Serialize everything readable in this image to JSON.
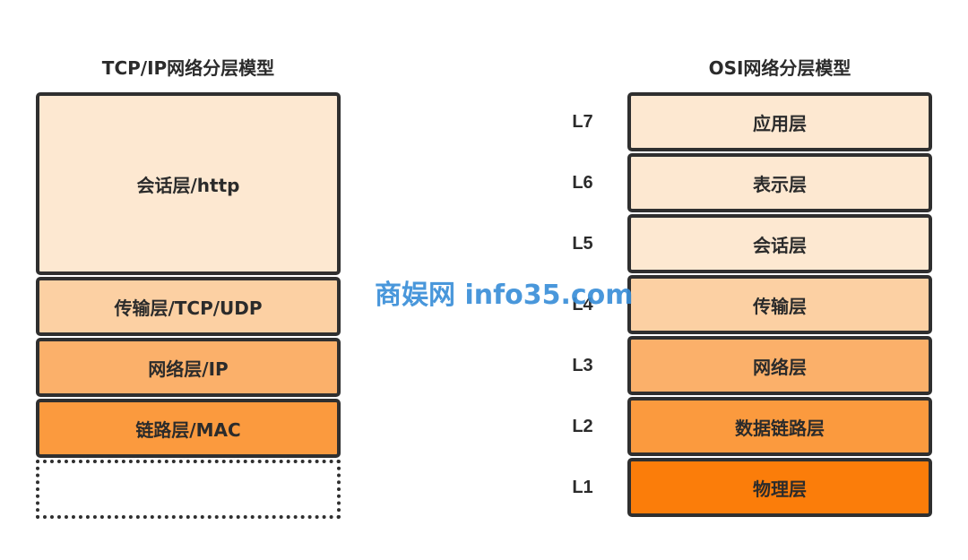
{
  "tcp_ip": {
    "title": "TCP/IP网络分层模型",
    "layers": [
      {
        "label": "会话层/http",
        "color": "#fde8d1"
      },
      {
        "label": "传输层/TCP/UDP",
        "color": "#fcd0a3"
      },
      {
        "label": "网络层/IP",
        "color": "#fbb06a"
      },
      {
        "label": "链路层/MAC",
        "color": "#fb9a3e"
      },
      {
        "label": "",
        "style": "dotted"
      }
    ]
  },
  "osi": {
    "title": "OSI网络分层模型",
    "layers": [
      {
        "level": "L7",
        "label": "应用层",
        "color": "#fde8d1"
      },
      {
        "level": "L6",
        "label": "表示层",
        "color": "#fde8d1"
      },
      {
        "level": "L5",
        "label": "会话层",
        "color": "#fde8d1"
      },
      {
        "level": "L4",
        "label": "传输层",
        "color": "#fcd0a3"
      },
      {
        "level": "L3",
        "label": "网络层",
        "color": "#fbb06a"
      },
      {
        "level": "L2",
        "label": "数据链路层",
        "color": "#fb9a3e"
      },
      {
        "level": "L1",
        "label": "物理层",
        "color": "#fb7d0a"
      }
    ]
  },
  "watermark": "商娱网 info35.com"
}
